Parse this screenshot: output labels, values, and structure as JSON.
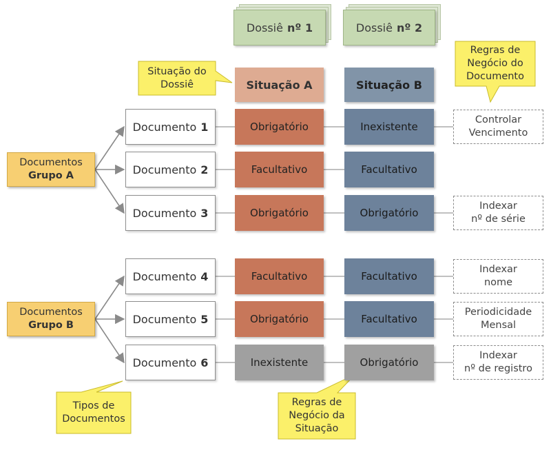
{
  "dossies": [
    {
      "label": "Dossiê",
      "number": "nº 1"
    },
    {
      "label": "Dossiê",
      "number": "nº 2"
    }
  ],
  "situations": {
    "a": "Situação A",
    "b": "Situação B"
  },
  "groups": [
    {
      "line1": "Documentos",
      "line2": "Grupo A"
    },
    {
      "line1": "Documentos",
      "line2": "Grupo B"
    }
  ],
  "documents": [
    {
      "label": "Documento",
      "number": "1",
      "sit_a": "Obrigatório",
      "sit_b": "Inexistente",
      "rule": [
        "Controlar",
        "Vencimento"
      ]
    },
    {
      "label": "Documento",
      "number": "2",
      "sit_a": "Facultativo",
      "sit_b": "Facultativo",
      "rule": []
    },
    {
      "label": "Documento",
      "number": "3",
      "sit_a": "Obrigatório",
      "sit_b": "Obrigatório",
      "rule": [
        "Indexar",
        "nº de série"
      ]
    },
    {
      "label": "Documento",
      "number": "4",
      "sit_a": "Facultativo",
      "sit_b": "Facultativo",
      "rule": [
        "Indexar",
        "nome"
      ]
    },
    {
      "label": "Documento",
      "number": "5",
      "sit_a": "Obrigatório",
      "sit_b": "Facultativo",
      "rule": [
        "Periodicidade",
        "Mensal"
      ]
    },
    {
      "label": "Documento",
      "number": "6",
      "sit_a": "Inexistente",
      "sit_b": "Obrigatório",
      "rule": [
        "Indexar",
        "nº de registro"
      ]
    }
  ],
  "callouts": {
    "situacao_dossie": [
      "Situação do",
      "Dossiê"
    ],
    "regras_documento": [
      "Regras de",
      "Negócio do",
      "Documento"
    ],
    "tipos_documentos": [
      "Tipos de",
      "Documentos"
    ],
    "regras_situacao": [
      "Regras de",
      "Negócio da",
      "Situação"
    ]
  },
  "colors": {
    "dossie": "#c6d9b2",
    "situation_a": "#deab92",
    "situation_b": "#8194a8",
    "obrigatorio_a": "#c7775a",
    "cell_b": "#6d829b",
    "inexistente": "#a0a0a0",
    "group": "#f7cf72",
    "callout": "#fbf06a"
  }
}
